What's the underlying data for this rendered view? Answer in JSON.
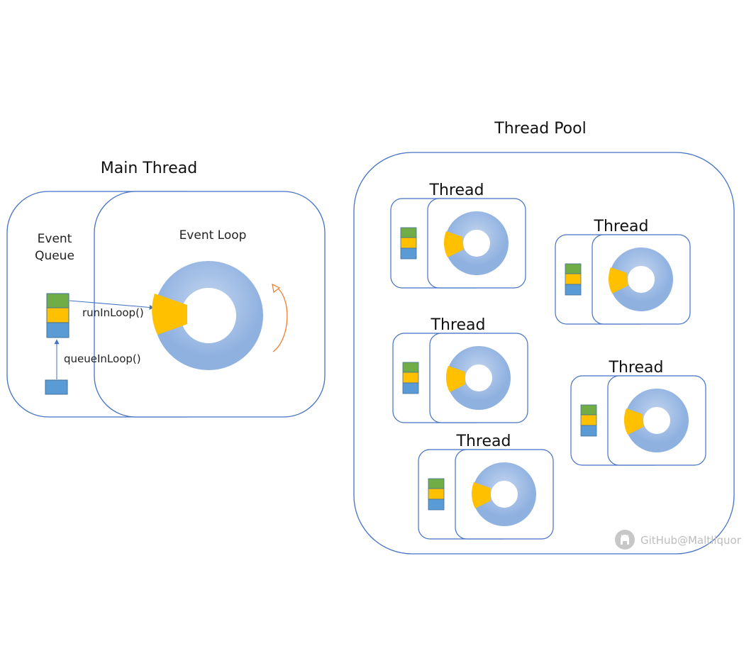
{
  "main_thread": {
    "title": "Main Thread",
    "queue_label_line1": "Event",
    "queue_label_line2": "Queue",
    "loop_label": "Event Loop",
    "run_in_loop_label": "runInLoop()",
    "queue_in_loop_label": "queueInLoop()"
  },
  "thread_pool": {
    "title": "Thread Pool",
    "threads": [
      {
        "label": "Thread"
      },
      {
        "label": "Thread"
      },
      {
        "label": "Thread"
      },
      {
        "label": "Thread"
      },
      {
        "label": "Thread"
      }
    ]
  },
  "watermark": {
    "text": "GitHub@Maltliquor",
    "icon": "github-icon"
  },
  "colors": {
    "border": "#4472c4",
    "ring": "#a4bfe6",
    "ring_inner": "#8fb1e0",
    "event_yellow": "#ffc000",
    "queue_green": "#70ad47",
    "queue_yellow": "#ffc000",
    "queue_blue": "#5b9bd5",
    "cycle_arrow": "#ed7d31"
  }
}
